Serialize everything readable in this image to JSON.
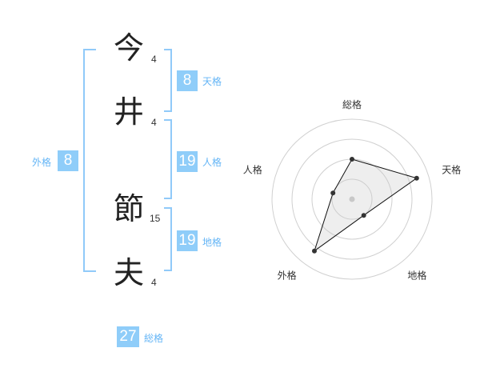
{
  "name": {
    "chars": [
      {
        "char": "今",
        "strokes": "4"
      },
      {
        "char": "井",
        "strokes": "4"
      },
      {
        "char": "節",
        "strokes": "15"
      },
      {
        "char": "夫",
        "strokes": "4"
      }
    ]
  },
  "fortunes": {
    "tenkaku": {
      "label": "天格",
      "value": "8"
    },
    "jinkaku": {
      "label": "人格",
      "value": "19"
    },
    "chikaku": {
      "label": "地格",
      "value": "19"
    },
    "gaikaku": {
      "label": "外格",
      "value": "8"
    },
    "soukaku": {
      "label": "総格",
      "value": "27"
    }
  },
  "colors": {
    "accent": "#8fcdf9",
    "bracket": "#90caf9",
    "label": "#64b5f6",
    "text": "#222222"
  },
  "chart_data": {
    "type": "radar",
    "axes": [
      "総格",
      "天格",
      "地格",
      "外格",
      "人格"
    ],
    "values": [
      0.5,
      0.85,
      0.25,
      0.8,
      0.25
    ],
    "max": 1,
    "rings": 4,
    "grid": true
  }
}
